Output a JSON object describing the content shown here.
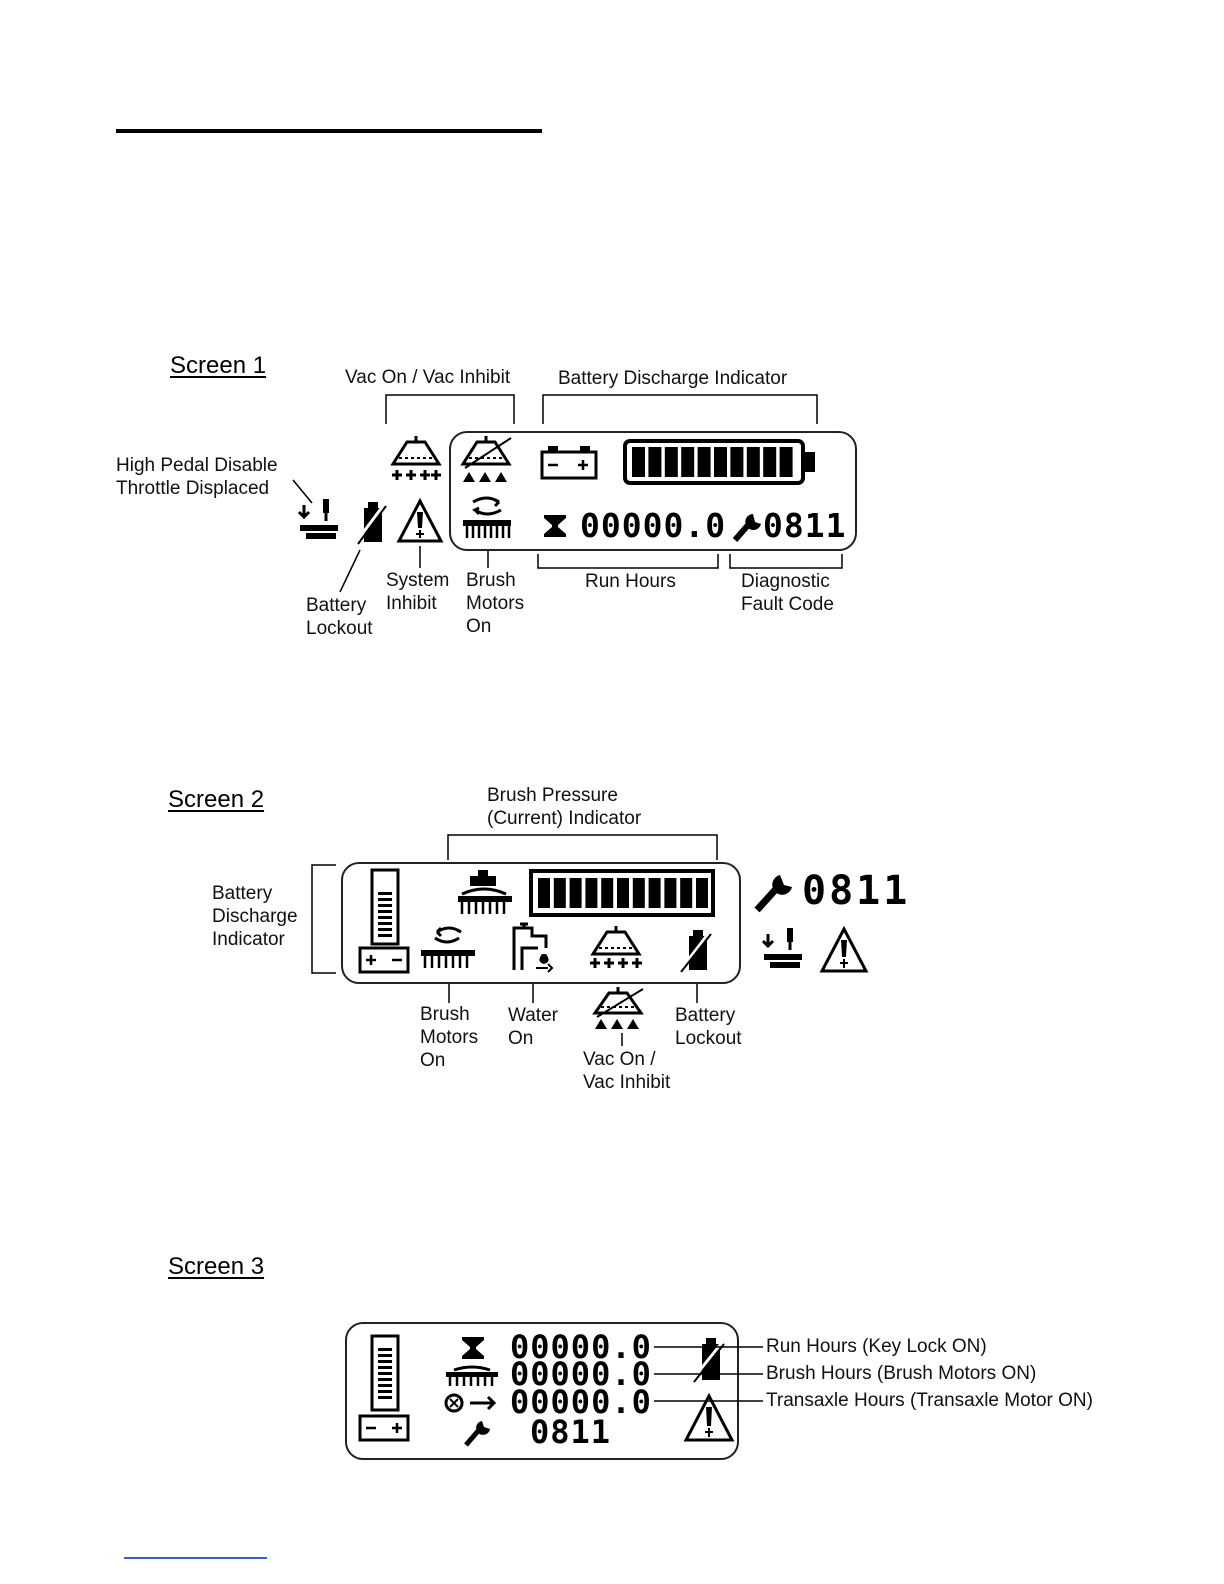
{
  "screen1": {
    "title": "Screen 1",
    "labels": {
      "vac": "Vac On / Vac Inhibit",
      "battery_discharge": "Battery Discharge Indicator",
      "high_pedal": "High Pedal Disable\nThrottle Displaced",
      "battery_lockout": "Battery\nLockout",
      "system_inhibit": "System\nInhibit",
      "brush_motors": "Brush\nMotors\nOn",
      "run_hours": "Run Hours",
      "fault_code": "Diagnostic\nFault Code"
    },
    "display": {
      "hours": "00000.0",
      "code": "0811"
    },
    "battery_level": 10
  },
  "screen2": {
    "title": "Screen 2",
    "labels": {
      "brush_pressure": "Brush Pressure\n(Current) Indicator",
      "battery_discharge": "Battery\nDischarge\nIndicator",
      "brush_motors": "Brush\nMotors\nOn",
      "water": "Water\nOn",
      "vac": "Vac On /\nVac Inhibit",
      "battery_lockout": "Battery\nLockout"
    },
    "display": {
      "code": "0811"
    },
    "pressure_level": 11
  },
  "screen3": {
    "title": "Screen 3",
    "display": {
      "run_hours": "00000.0",
      "brush_hours": "00000.0",
      "transaxle_hours": "00000.0",
      "code": "0811"
    },
    "labels": {
      "run_hours": "Run Hours (Key Lock ON)",
      "brush_hours": "Brush Hours (Brush Motors ON)",
      "transaxle_hours": "Transaxle Hours (Transaxle Motor ON)"
    }
  }
}
